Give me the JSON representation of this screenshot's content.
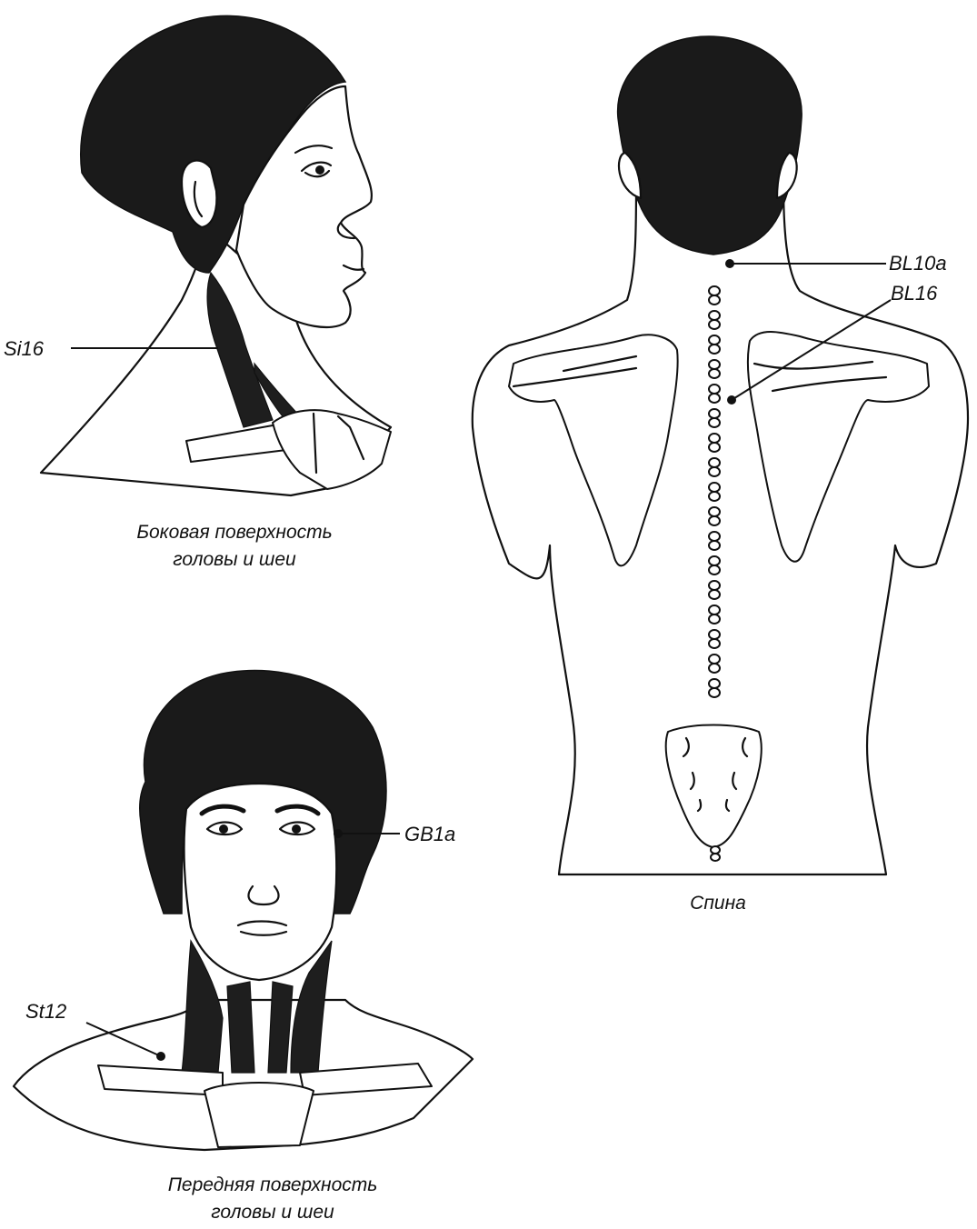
{
  "figures": {
    "side": {
      "caption_line1": "Боковая поверхность",
      "caption_line2": "головы и шеи",
      "point_label": "Si16"
    },
    "back": {
      "caption": "Спина",
      "point_label_1": "BL10a",
      "point_label_2": "BL16"
    },
    "front": {
      "caption_line1": "Передняя поверхность",
      "caption_line2": "головы и шеи",
      "point_label_1": "GB1a",
      "point_label_2": "St12"
    }
  },
  "colors": {
    "ink": "#111111",
    "hair": "#1a1a1a",
    "paper": "#ffffff"
  }
}
